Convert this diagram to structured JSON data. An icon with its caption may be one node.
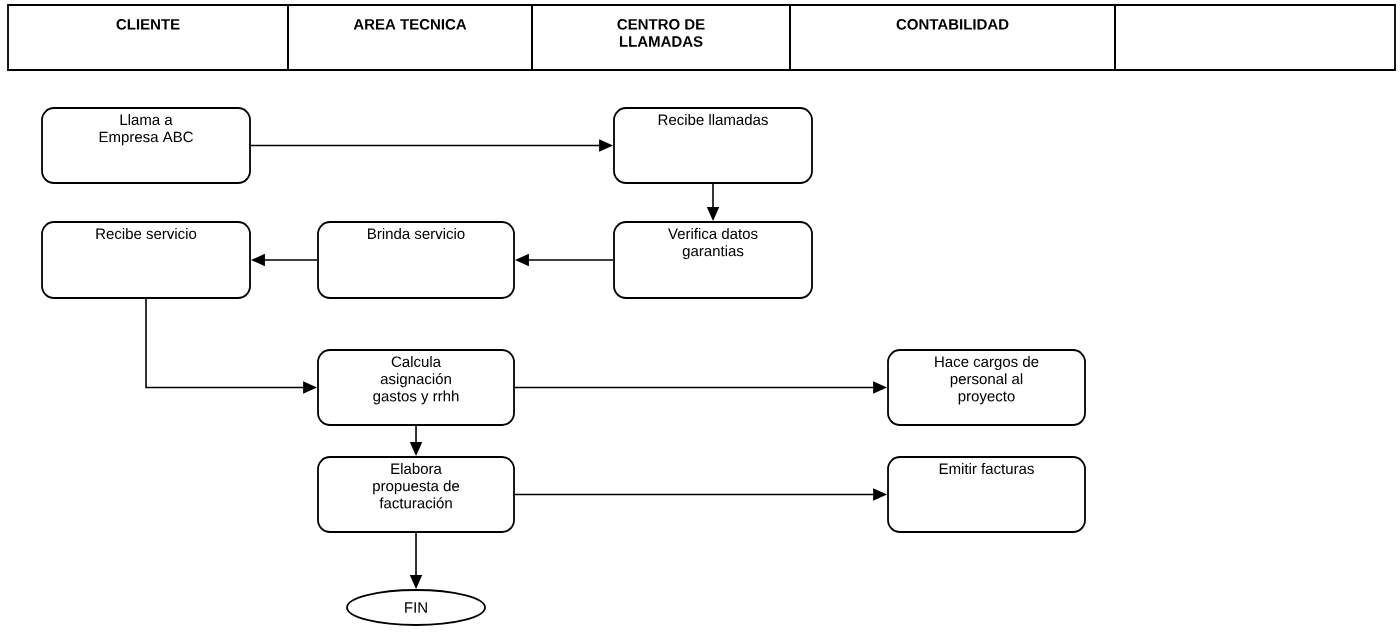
{
  "diagram": {
    "nodes": [
      {
        "text": [
          "CLIENTE"
        ]
      },
      {
        "text": [
          "AREA TECNICA"
        ]
      },
      {
        "text": [
          "CENTRO DE LLAMADAS"
        ]
      },
      {
        "text": [
          "CONTABILIDAD"
        ]
      },
      {
        "text": [],
        "shape": "box"
      },
      {
        "text": [
          "Llama a Empresa ABC"
        ]
      },
      {
        "text": [
          "Recibe llamadas"
        ]
      },
      {
        "text": [
          "Recibe servicio"
        ]
      },
      {
        "text": [
          "Brinda servicio"
        ]
      },
      {
        "text": [
          "Verifica datos garantias"
        ]
      },
      {
        "text": [
          "Calcula asignación gastos y rrhh"
        ]
      },
      {
        "text": [
          "Hace cargos de personal al proyecto"
        ]
      },
      {
        "text": [
          "Elabora propuesta de facturación"
        ]
      },
      {
        "text": [
          "Emitir facturas"
        ]
      },
      {
        "text": [
          "FIN"
        ]
      }
    ],
    "edges": [
      {
        "from": 5,
        "to": 6,
        "arrow": "to"
      },
      {
        "from": 6,
        "to": 9,
        "arrow": "to"
      },
      {
        "from": 9,
        "to": 8,
        "arrow": "to"
      },
      {
        "from": 8,
        "to": 7,
        "arrow": "to"
      },
      {
        "from": 7,
        "to": 10,
        "arrow": "to"
      },
      {
        "from": 10,
        "to": 11,
        "arrow": "to"
      },
      {
        "from": 10,
        "to": 12,
        "arrow": "to"
      },
      {
        "from": 12,
        "to": 13,
        "arrow": "to"
      },
      {
        "from": 12,
        "to": 14,
        "arrow": "to"
      }
    ]
  }
}
